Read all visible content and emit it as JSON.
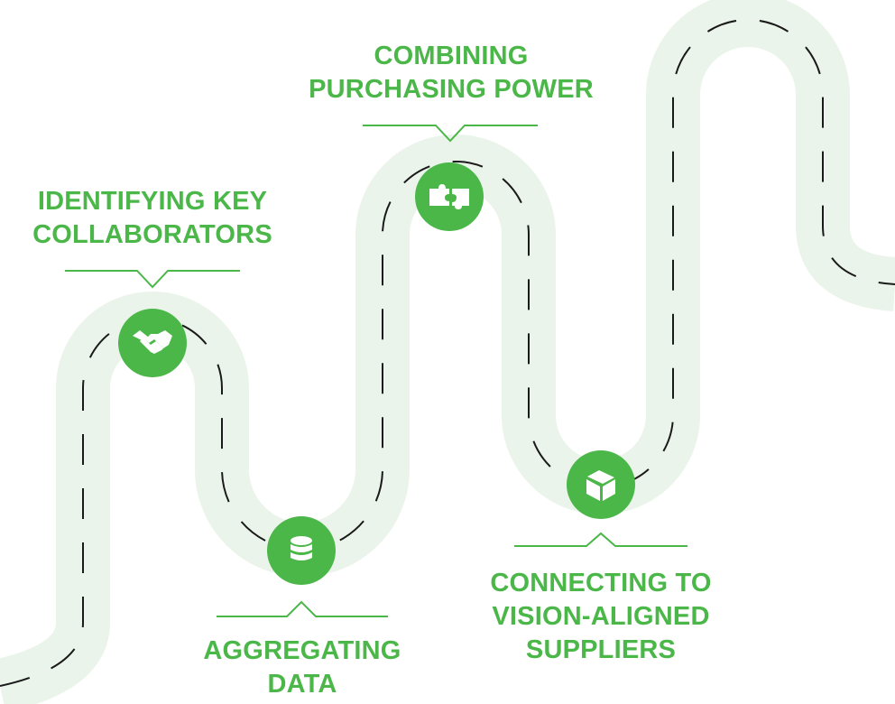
{
  "colors": {
    "road": "#ebf4ea",
    "dash": "#1a1a1a",
    "accent": "#4bb749",
    "icon": "#ffffff"
  },
  "milestones": [
    {
      "id": "collaborators",
      "lines": [
        "IDENTIFYING KEY",
        "COLLABORATORS"
      ],
      "icon": "handshake-icon"
    },
    {
      "id": "data",
      "lines": [
        "AGGREGATING",
        "DATA"
      ],
      "icon": "database-icon"
    },
    {
      "id": "purchasing",
      "lines": [
        "COMBINING",
        "PURCHASING POWER"
      ],
      "icon": "puzzle-icon"
    },
    {
      "id": "suppliers",
      "lines": [
        "CONNECTING TO",
        "VISION-ALIGNED",
        "SUPPLIERS"
      ],
      "icon": "box-icon"
    }
  ]
}
